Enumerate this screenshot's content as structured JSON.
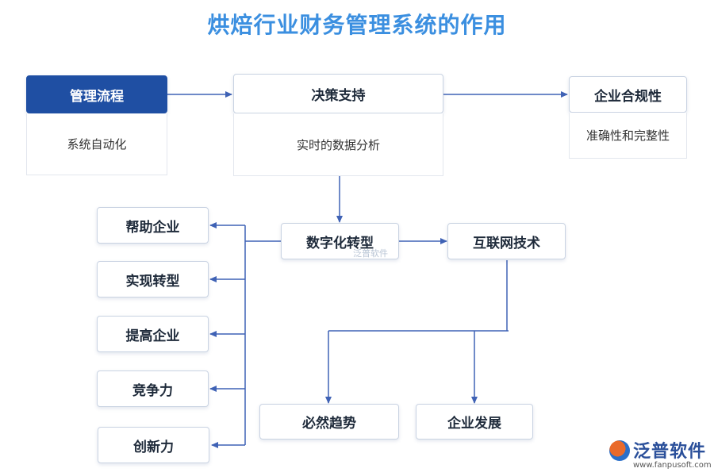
{
  "title": "烘焙行业财务管理系统的作用",
  "nodes": {
    "management_process": "管理流程",
    "management_process_detail": "系统自动化",
    "decision_support": "决策支持",
    "decision_support_detail": "实时的数据分析",
    "compliance": "企业合规性",
    "compliance_detail": "准确性和完整性",
    "digital_transformation": "数字化转型",
    "internet_tech": "互联网技术",
    "help_business": "帮助企业",
    "realize_transformation": "实现转型",
    "improve_business": "提高企业",
    "competitiveness": "竞争力",
    "innovation": "创新力",
    "inevitable_trend": "必然趋势",
    "business_development": "企业发展"
  },
  "watermark": "泛普软件",
  "brand": {
    "name": "泛普软件",
    "url": "www.fanpusoft.com"
  },
  "colors": {
    "title": "#3b8fe0",
    "primary": "#1f4fa3",
    "arrow": "#3f62b5"
  }
}
